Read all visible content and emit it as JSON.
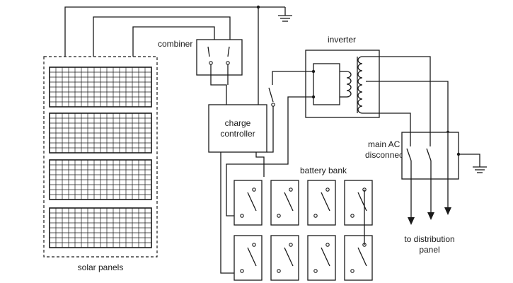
{
  "labels": {
    "combiner": "combiner",
    "inverter": "inverter",
    "charge_controller_line1": "charge",
    "charge_controller_line2": "controller",
    "main_ac_line1": "main AC",
    "main_ac_line2": "disconnect",
    "battery_bank": "battery bank",
    "distribution_line1": "to distribution",
    "distribution_line2": "panel",
    "solar_panels": "solar panels"
  },
  "components": {
    "solar_panel_count": 4,
    "battery_count": 8,
    "battery_rows": 2,
    "battery_columns": 4,
    "output_arrow_count": 3
  },
  "icons": [
    "ground-symbol-icon",
    "switch-icon",
    "transformer-coil-icon",
    "arrow-down-icon"
  ]
}
